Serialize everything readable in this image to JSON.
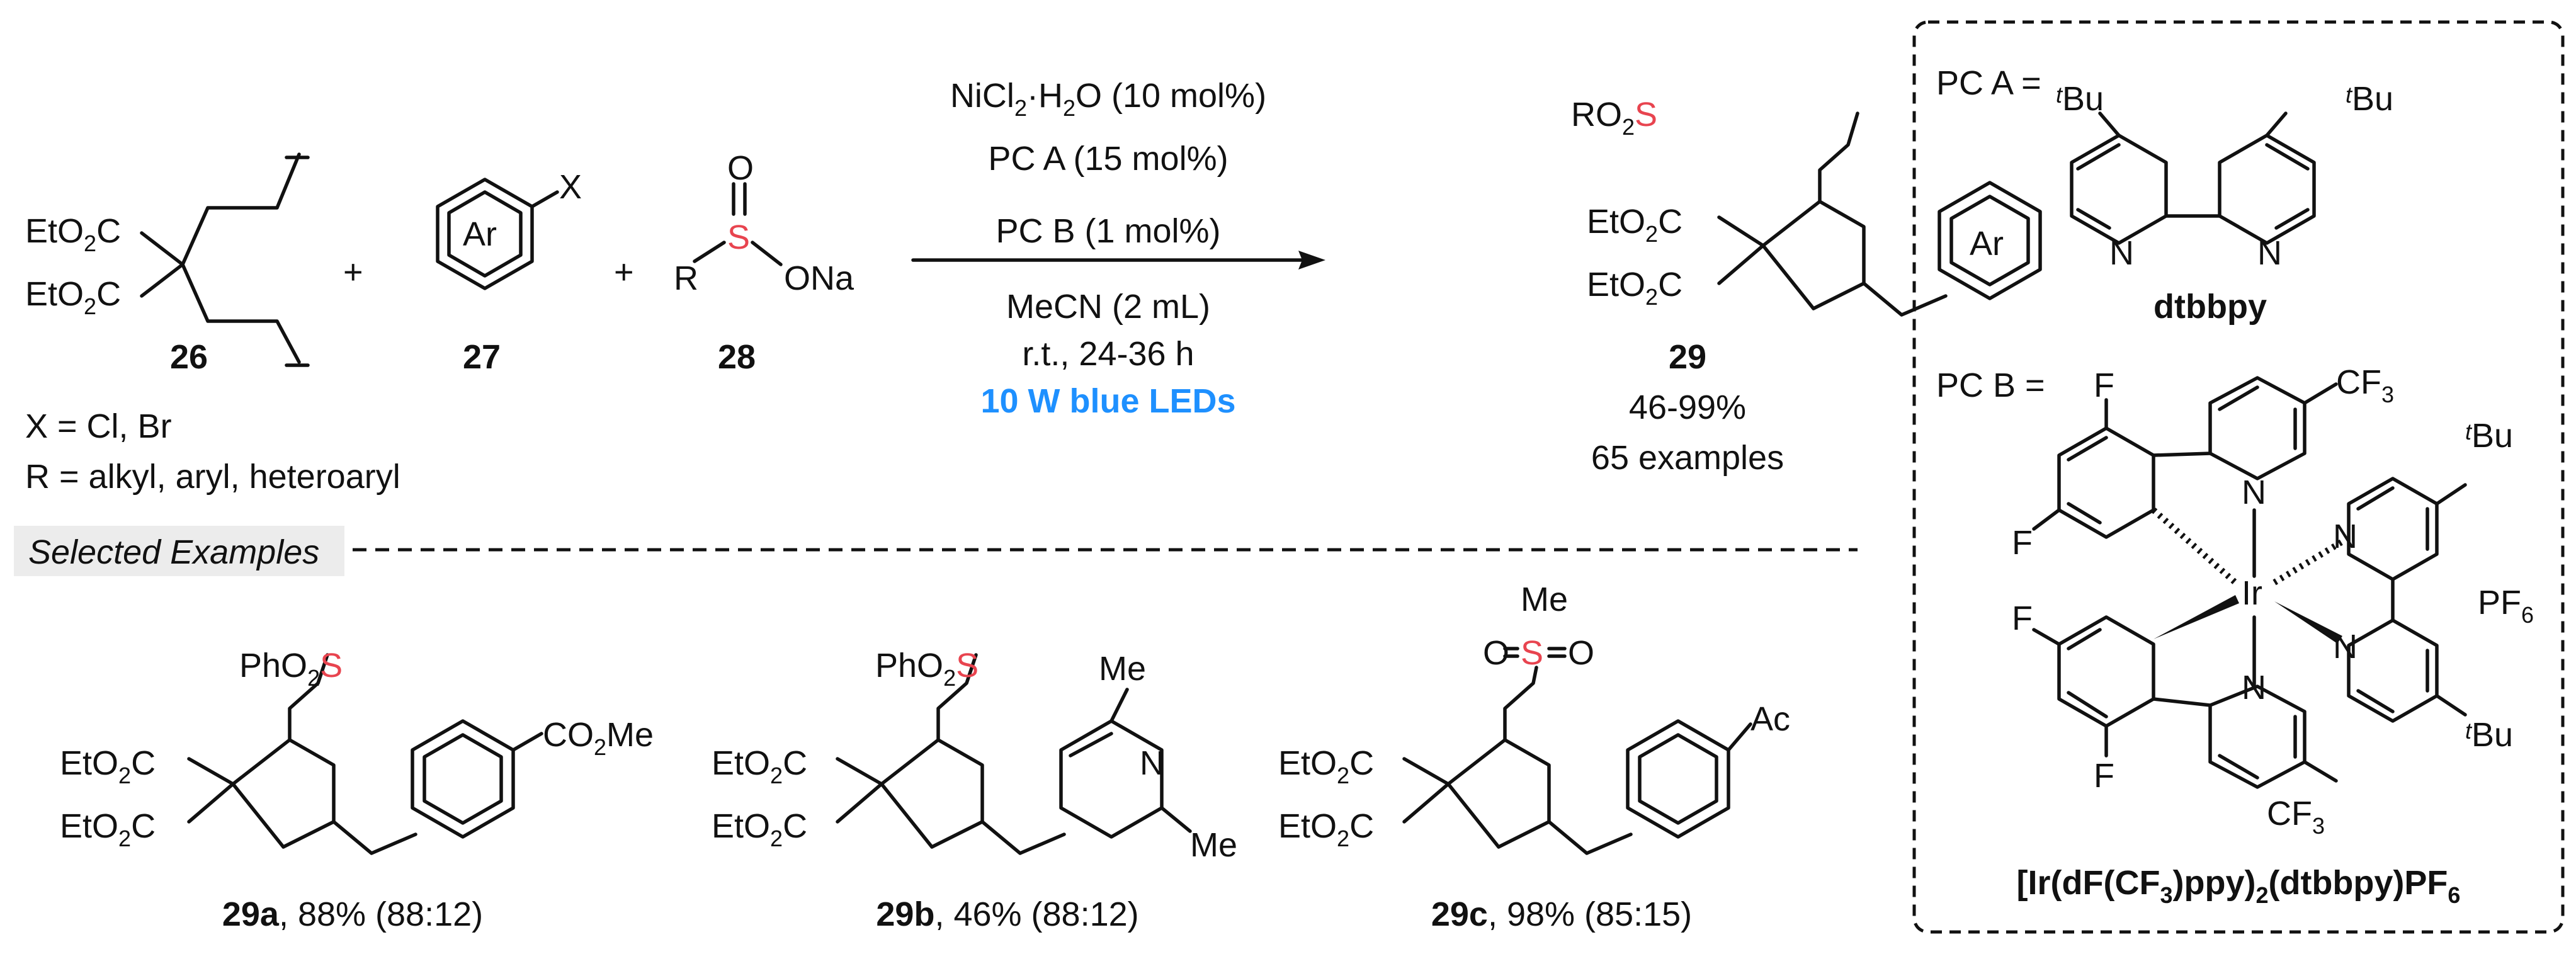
{
  "reaction": {
    "reagents": {
      "r26": {
        "label": "26",
        "groups": [
          "EtO2C",
          "EtO2C"
        ]
      },
      "r27": {
        "label": "27",
        "ring": "Ar",
        "substituent": "X"
      },
      "r28": {
        "label": "28",
        "R": "R",
        "O": "O",
        "S": "S",
        "ONa": "ONa"
      },
      "plus": "+"
    },
    "conditions": {
      "line1": "NiCl2·H2O (10 mol%)",
      "line2": "PC A (15 mol%)",
      "line3": "PC B (1 mol%)",
      "line4": "MeCN (2 mL)",
      "line5": "r.t., 24-36 h",
      "line6": "10 W blue LEDs"
    },
    "product": {
      "label": "29",
      "sulfonyl": "RO2S",
      "ring": "Ar",
      "groups": [
        "EtO2C",
        "EtO2C"
      ],
      "yield": "46-99%",
      "examples": "65 examples"
    },
    "notes": {
      "x_def": "X = Cl, Br",
      "r_def": "R = alkyl, aryl, heteroaryl"
    }
  },
  "selected": {
    "header": "Selected Examples",
    "items": [
      {
        "id": "29a",
        "caption": ", 88% (88:12)",
        "sulfonyl": "PhO2S",
        "substituent": "CO2Me"
      },
      {
        "id": "29b",
        "caption": ", 46% (88:12)",
        "sulfonyl": "PhO2S",
        "substituents": [
          "Me",
          "N",
          "Me"
        ]
      },
      {
        "id": "29c",
        "caption": ", 98% (85:15)",
        "sulfonyl": [
          "Me",
          "O",
          "S",
          "O"
        ],
        "substituent": "Ac"
      }
    ]
  },
  "catalysts": {
    "pca": {
      "prefix": "PC A =",
      "name": "dtbbpy",
      "groups": [
        "tBu",
        "tBu"
      ]
    },
    "pcb": {
      "prefix": "PC B =",
      "name": "[Ir(dF(CF3)ppy)2(dtbbpy)PF6",
      "metal": "Ir",
      "counterion": "PF6",
      "groups": [
        "F",
        "F",
        "F",
        "F",
        "CF3",
        "CF3",
        "tBu",
        "tBu"
      ]
    }
  },
  "colors": {
    "sulfur": "#e8444f",
    "light": "#1e90ff",
    "ink": "#111111"
  }
}
